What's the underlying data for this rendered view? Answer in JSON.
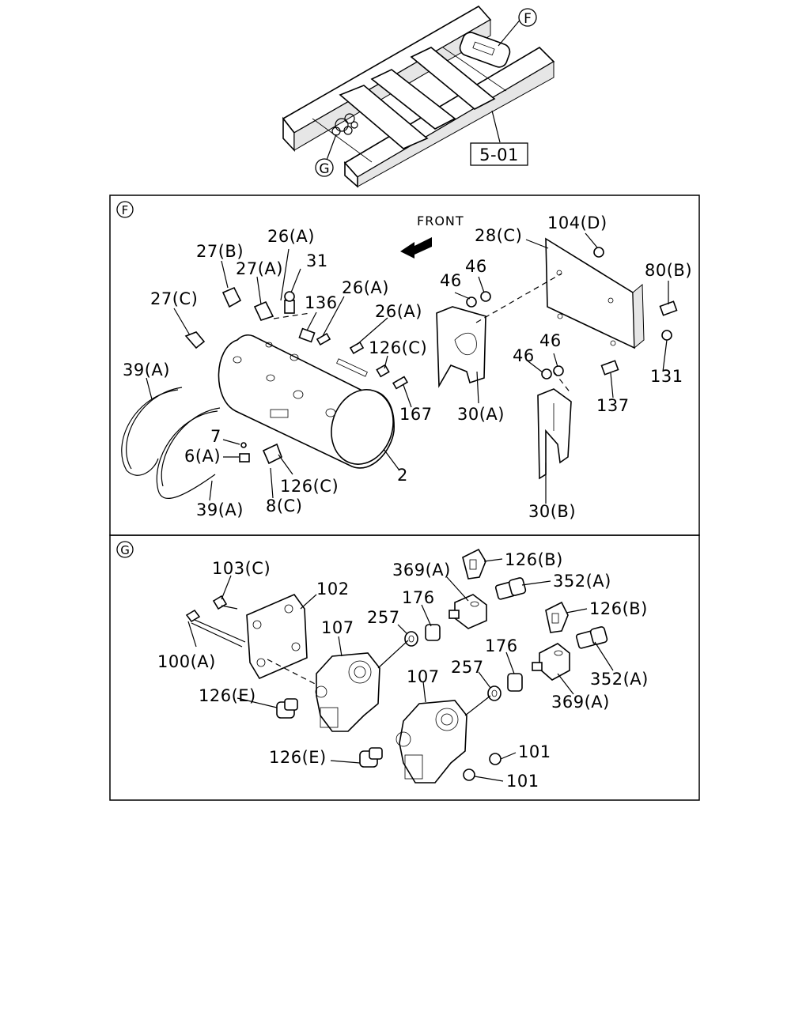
{
  "overview": {
    "ref_box": "5-01",
    "callout_f": "F",
    "callout_g": "G"
  },
  "panel_f": {
    "tag": "F",
    "front_label": "FRONT",
    "labels": {
      "l_104d": "104(D)",
      "l_28c": "28(C)",
      "l_80b": "80(B)",
      "l_26a_top": "26(A)",
      "l_27b": "27(B)",
      "l_31": "31",
      "l_27a": "27(A)",
      "l_26a_mid": "26(A)",
      "l_46_a": "46",
      "l_46_b": "46",
      "l_136": "136",
      "l_26a_right": "26(A)",
      "l_27c": "27(C)",
      "l_126c_top": "126(C)",
      "l_46_c": "46",
      "l_46_d": "46",
      "l_131": "131",
      "l_39a_top": "39(A)",
      "l_167": "167",
      "l_30a": "30(A)",
      "l_137": "137",
      "l_7": "7",
      "l_6a": "6(A)",
      "l_126c_bot": "126(C)",
      "l_2": "2",
      "l_39a_bot": "39(A)",
      "l_8c": "8(C)",
      "l_30b": "30(B)"
    }
  },
  "panel_g": {
    "tag": "G",
    "labels": {
      "l_126b_top": "126(B)",
      "l_103c": "103(C)",
      "l_102": "102",
      "l_369a_top": "369(A)",
      "l_352a_top": "352(A)",
      "l_176_top": "176",
      "l_126b_mid": "126(B)",
      "l_107_top": "107",
      "l_257_top": "257",
      "l_176_bot": "176",
      "l_100a": "100(A)",
      "l_257_bot": "257",
      "l_107_bot": "107",
      "l_352a_bot": "352(A)",
      "l_126e_top": "126(E)",
      "l_369a_bot": "369(A)",
      "l_101_top": "101",
      "l_126e_bot": "126(E)",
      "l_101_bot": "101"
    }
  }
}
